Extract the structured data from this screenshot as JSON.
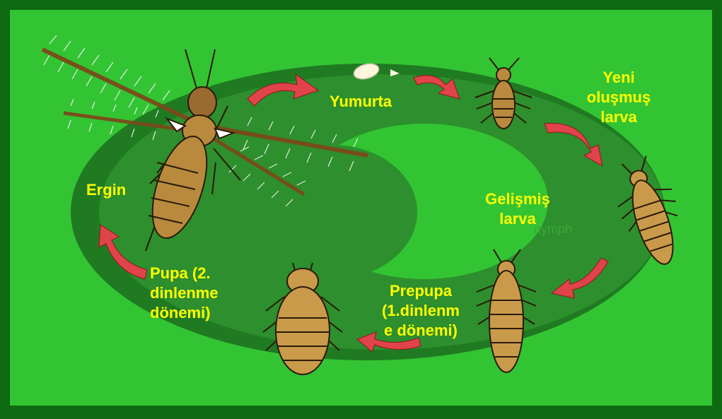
{
  "colors": {
    "frame": "#0d6a10",
    "background": "#33c433",
    "ring": "#2d8f2d",
    "ring_dark": "#1f7a22",
    "arrow": "#e0434a",
    "label": "#ffff00",
    "insect_body": "#b98a3e",
    "insect_outline": "#2a1a08"
  },
  "labels": {
    "egg": "Yumurta",
    "new_larva": "Yeni\noluşmuş\nlarva",
    "developed_larva": "Gelişmiş\nlarva",
    "prepupa": "Prepupa\n(1.dinlenm\ne dönemi)",
    "pupa": "Pupa (2.\ndinlenme\ndönemi)",
    "adult": "Ergin"
  },
  "watermark": "nymph",
  "icons": {
    "egg": "egg-icon",
    "new_larva": "larva-icon",
    "developed_larva": "larva-icon",
    "prepupa": "prepupa-icon",
    "pupa": "pupa-icon",
    "adult": "winged-thrips-icon",
    "arrow": "cycle-arrow-icon"
  }
}
